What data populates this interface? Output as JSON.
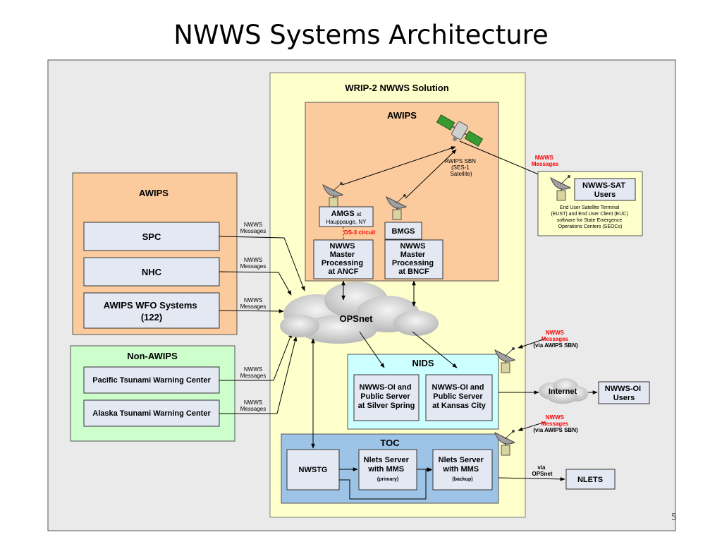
{
  "title": "NWWS Systems Architecture",
  "page_number": "5",
  "wrip": {
    "title": "WRIP-2 NWWS Solution"
  },
  "awips_inner": {
    "title": "AWIPS",
    "sat_label": [
      "AWIPS SBN",
      "(SES-1",
      "Satellite)"
    ],
    "amgs": {
      "main": "AMGS",
      "suffix": "at",
      "loc": "Hauppauge, NY"
    },
    "bmgs": "BMGS",
    "ds3": "DS-3 circuit",
    "ancf": [
      "NWWS",
      "Master",
      "Processing",
      "at ANCF"
    ],
    "bncf": [
      "NWWS",
      "Master",
      "Processing",
      "at BNCF"
    ]
  },
  "awips_left": {
    "title": "AWIPS",
    "items": [
      {
        "label": "SPC",
        "label2": ""
      },
      {
        "label": "NHC",
        "label2": ""
      },
      {
        "label": "AWIPS WFO Systems",
        "label2": "(122)"
      }
    ]
  },
  "non_awips": {
    "title": "Non-AWIPS",
    "items": [
      "Pacific Tsunami Warning Center",
      "Alaska Tsunami Warning Center"
    ]
  },
  "msg": {
    "l1": "NWWS",
    "l2": "Messages"
  },
  "opsnet": "OPSnet",
  "nids": {
    "title": "NIDS",
    "silver": [
      "NWWS-OI and",
      "Public Server",
      "at Silver Spring"
    ],
    "kansas": [
      "NWWS-OI and",
      "Public Server",
      "at Kansas City"
    ]
  },
  "toc": {
    "title": "TOC",
    "nwstg": "NWSTG",
    "primary": [
      "Nlets Server",
      "with MMS",
      "(primary)"
    ],
    "backup": [
      "Nlets Server",
      "with MMS",
      "(backup)"
    ]
  },
  "sat_users": {
    "title": [
      "NWWS-SAT",
      "Users"
    ],
    "desc": [
      "End User Satellite Terminal",
      "(EUST) and End User Client (EUC)",
      "software for State Emergence",
      "Operations Centers (SEOCs)"
    ]
  },
  "sat_msg": [
    "NWWS",
    "Messages"
  ],
  "sbn_msg": [
    "NWWS",
    "Messages",
    "(via AWIPS SBN)"
  ],
  "internet": "Internet",
  "oi_users": [
    "NWWS-OI",
    "Users"
  ],
  "via_opsnet": [
    "via",
    "OPSnet"
  ],
  "nlets": "NLETS",
  "colors": {
    "panel_bg": "#eaeaea",
    "wrip_bg": "#ffffcc",
    "awips_bg": "#fbcb9e",
    "nonawips_bg": "#ccffcc",
    "nids_bg": "#ccffff",
    "toc_bg": "#9dc3e6",
    "box_bg": "#e3e8f3",
    "msg_red": "#ff0000"
  }
}
